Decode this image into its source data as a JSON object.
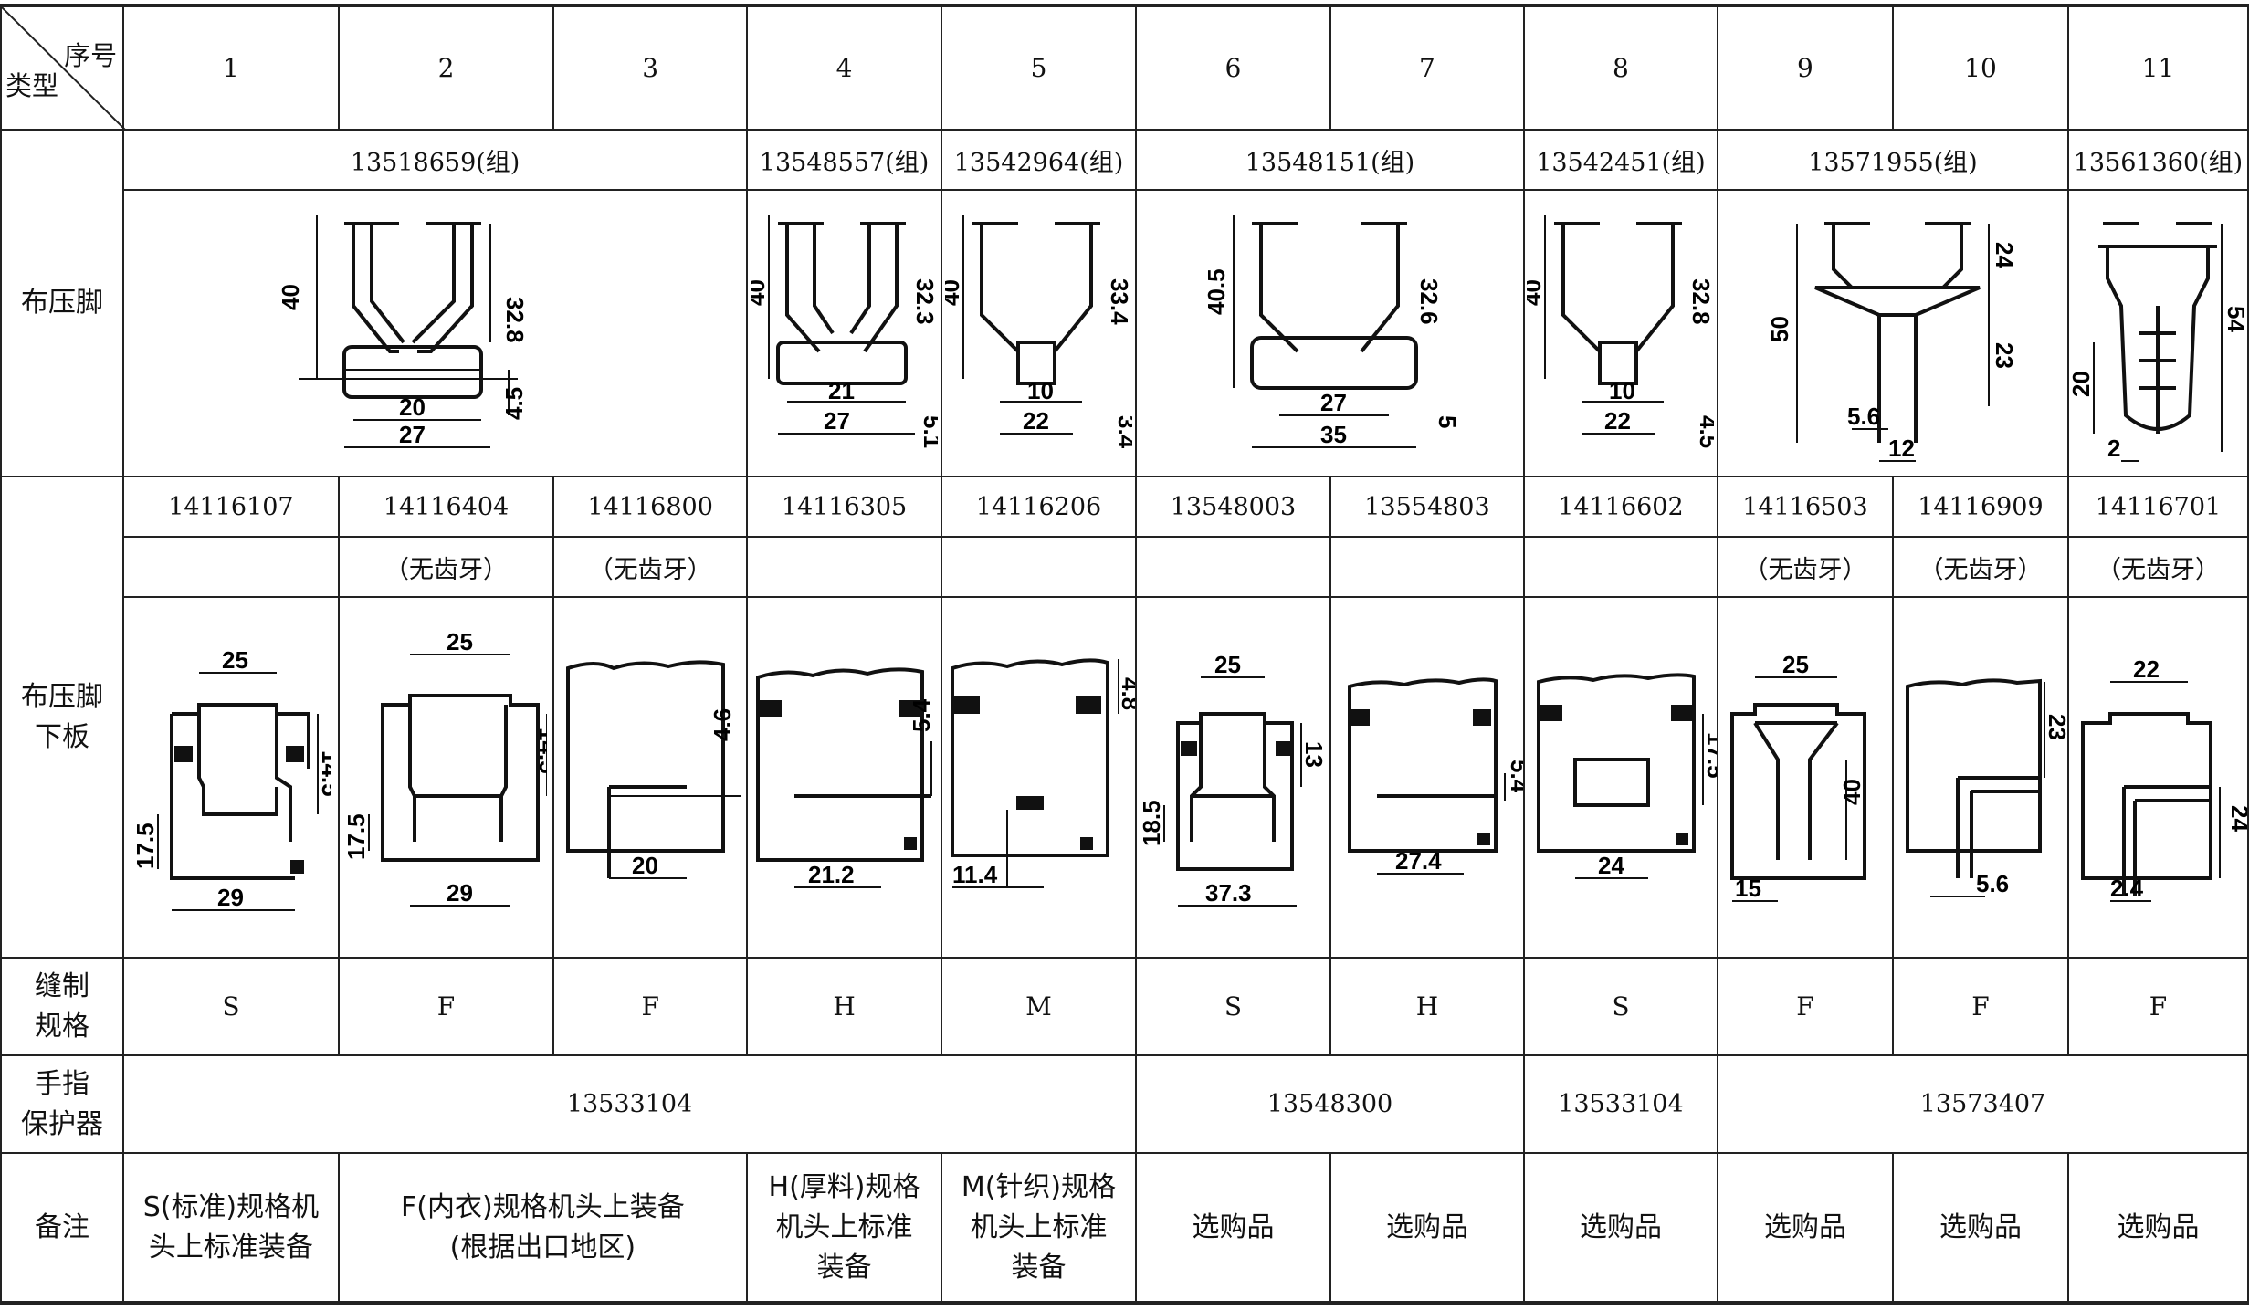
{
  "header": {
    "corner_top": "序号",
    "corner_bottom": "类型",
    "columns": [
      "1",
      "2",
      "3",
      "4",
      "5",
      "6",
      "7",
      "8",
      "9",
      "10",
      "11"
    ]
  },
  "row_labels": {
    "presser_foot": "布压脚",
    "presser_plate": "布压脚\n下板",
    "sewing_spec": "缝制\n规格",
    "finger_guard": "手指\n保护器",
    "remarks": "备注"
  },
  "foot_groups": [
    {
      "label": "13518659(组)"
    },
    {
      "label": "13548557(组)"
    },
    {
      "label": "13542964(组)"
    },
    {
      "label": "13548151(组)"
    },
    {
      "label": "13542451(组)"
    },
    {
      "label": "13571955(组)"
    },
    {
      "label": "13561360(组)"
    }
  ],
  "foot_drawings": [
    {
      "dims": [
        "40",
        "32.8",
        "20",
        "27",
        "4.5"
      ]
    },
    {
      "dims": [
        "40",
        "32.3",
        "21",
        "27",
        "5.1"
      ]
    },
    {
      "dims": [
        "40",
        "33.4",
        "10",
        "22",
        "3.4"
      ]
    },
    {
      "dims": [
        "40.5",
        "32.6",
        "27",
        "35",
        "5"
      ]
    },
    {
      "dims": [
        "40",
        "32.8",
        "10",
        "22",
        "4.5"
      ]
    },
    {
      "dims": [
        "50",
        "24",
        "23",
        "5.6",
        "12"
      ]
    },
    {
      "dims": [
        "54",
        "20",
        "2"
      ]
    }
  ],
  "plate_parts": [
    "14116107",
    "14116404",
    "14116800",
    "14116305",
    "14116206",
    "13548003",
    "13554803",
    "14116602",
    "14116503",
    "14116909",
    "14116701"
  ],
  "plate_notes": [
    "",
    "（无齿牙）",
    "（无齿牙）",
    "",
    "",
    "",
    "",
    "",
    "（无齿牙）",
    "（无齿牙）",
    "（无齿牙）"
  ],
  "plate_drawings": [
    {
      "dims": [
        "25",
        "14.5",
        "17.5",
        "29"
      ]
    },
    {
      "dims": [
        "25",
        "14.5",
        "17.5",
        "29"
      ]
    },
    {
      "dims": [
        "4.6",
        "20"
      ]
    },
    {
      "dims": [
        "5.4",
        "21.2"
      ]
    },
    {
      "dims": [
        "4.8",
        "11.4"
      ]
    },
    {
      "dims": [
        "25",
        "13",
        "18.5",
        "37.3"
      ]
    },
    {
      "dims": [
        "5.4",
        "27.4"
      ]
    },
    {
      "dims": [
        "17.5",
        "24"
      ]
    },
    {
      "dims": [
        "25",
        "40",
        "15"
      ]
    },
    {
      "dims": [
        "23",
        "5.6"
      ]
    },
    {
      "dims": [
        "22",
        "24",
        "2.4"
      ]
    }
  ],
  "sewing_specs": [
    "S",
    "F",
    "F",
    "H",
    "M",
    "S",
    "H",
    "S",
    "F",
    "F",
    "F"
  ],
  "finger_guards": [
    {
      "label": "13533104"
    },
    {
      "label": "13548300"
    },
    {
      "label": "13533104"
    },
    {
      "label": "13573407"
    }
  ],
  "remarks": [
    "S(标准)规格机\n头上标准装备",
    "F(内衣)规格机头上装备\n(根据出口地区)",
    "H(厚料)规格\n机头上标准\n装备",
    "M(针织)规格\n机头上标准\n装备",
    "选购品",
    "选购品",
    "选购品",
    "选购品",
    "选购品",
    "选购品"
  ]
}
